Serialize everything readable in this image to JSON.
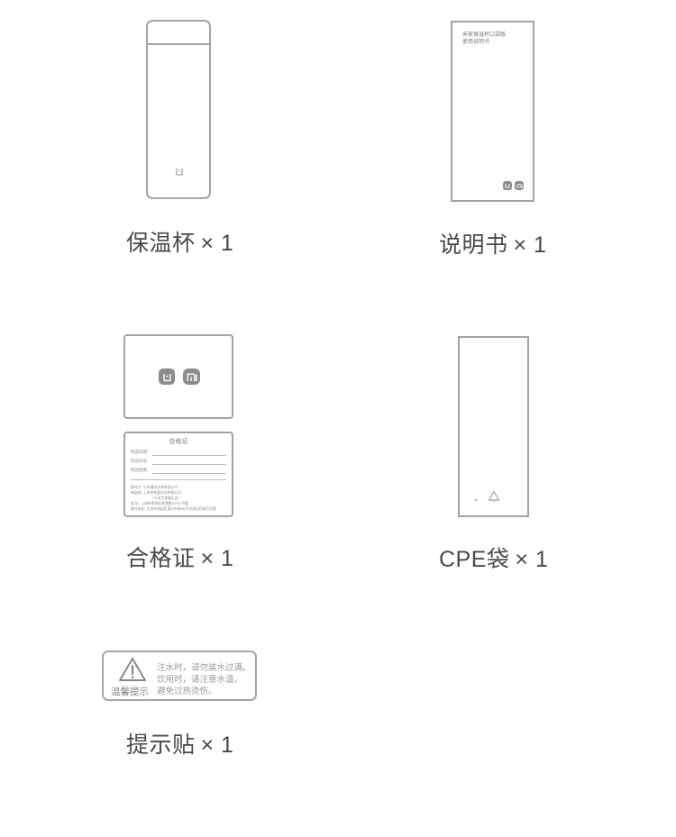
{
  "items": {
    "thermos": {
      "label": "保温杯",
      "qty": "× 1"
    },
    "manual": {
      "label": "说明书",
      "qty": "× 1",
      "cover_title_line1": "米家保温杯口袋版",
      "cover_title_line2": "使用说明书"
    },
    "certificate": {
      "label": "合格证",
      "qty": "× 1",
      "form_title": "合格证",
      "row1": "制造日期:",
      "row2": "检验员号:",
      "row3": "检验结果:",
      "footer1": "委托方:  小米通讯技术有限公司",
      "footer2": "制造商:  上海市铭意实业有限公司",
      "footer3": "（小米生态链企业）",
      "footer4": "地      址:  上海市奉贤区青港路93号1号楼",
      "footer5": "委托地址:  北京市海淀区清河中街68号华润五彩城写字楼"
    },
    "bag": {
      "label_latin": "CPE",
      "label_cjk": "袋",
      "qty": "× 1"
    },
    "sticker": {
      "label": "提示贴",
      "qty": "× 1",
      "side_label": "温馨提示",
      "line1": "注水时，请勿装水过满。",
      "line2": "饮用时，请注意水温，",
      "line3": "避免过热烫伤。"
    }
  },
  "colors": {
    "outline": "#a4a4a4",
    "text": "#4a4a4a",
    "badge": "#8c8c8c"
  }
}
